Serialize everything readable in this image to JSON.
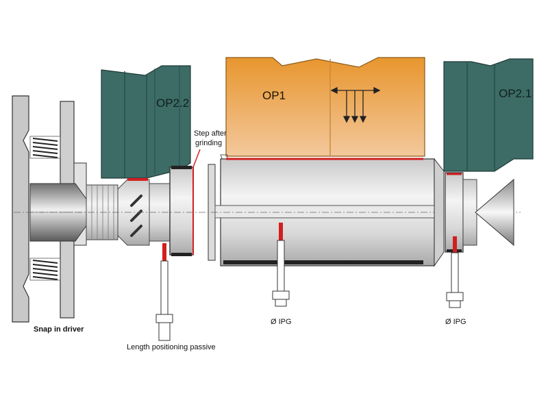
{
  "labels": {
    "op2_2": "OP2.2",
    "op1": "OP1",
    "op2_1": "OP2.1",
    "step_line1": "Step after",
    "step_line2": "grinding",
    "snap": "Snap in driver",
    "length": "Length positioning passive",
    "ipg_left": "Ø IPG",
    "ipg_right": "Ø IPG"
  },
  "colors": {
    "wheel_teal": "#3d6b66",
    "op1_orange_top": "#e8962e",
    "op1_orange_bottom": "#f2c79a",
    "workpiece_gray": "#d9d9d9",
    "accent_red": "#d11f1f",
    "outline": "#222222"
  },
  "icons": [
    "spring-icon",
    "center-point-icon",
    "tailstock-cone-icon",
    "feed-arrows-icon",
    "gauge-probe-icon"
  ]
}
